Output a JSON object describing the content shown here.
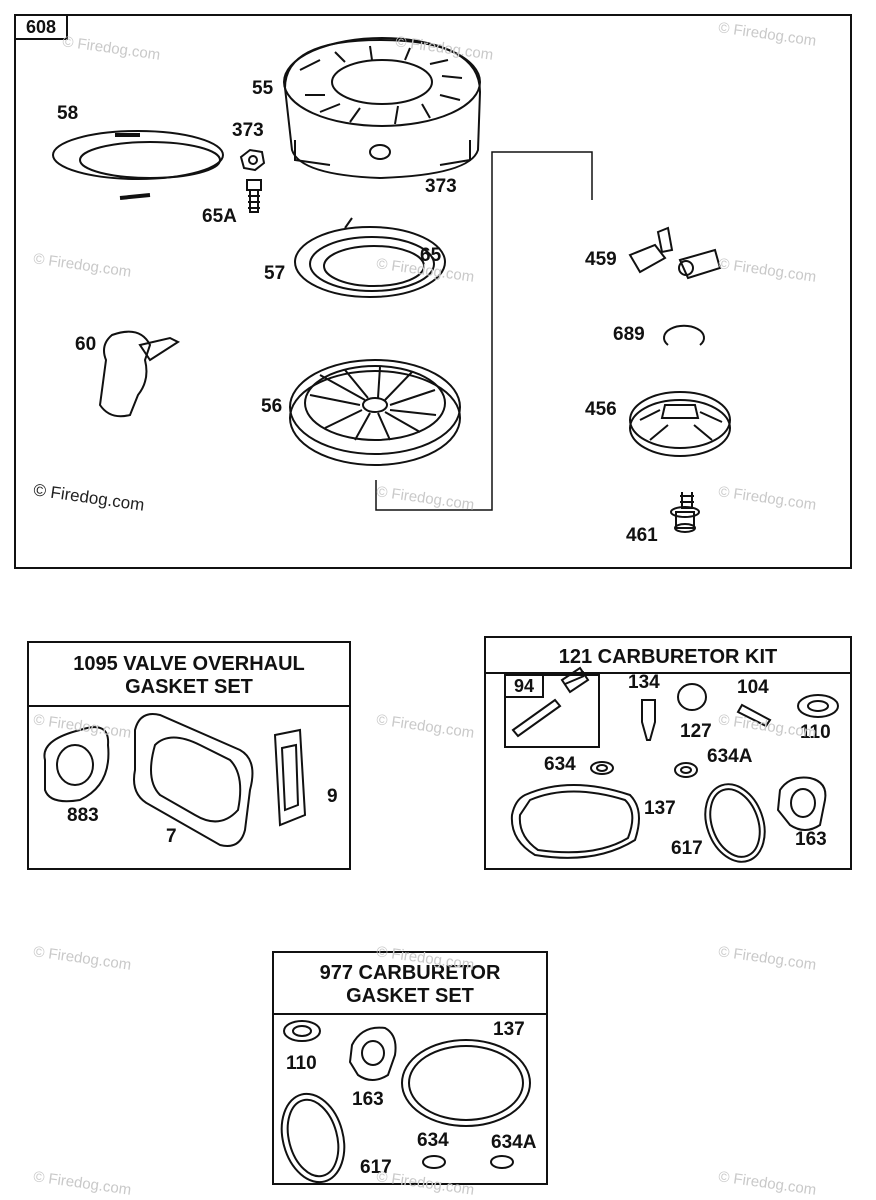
{
  "main_diagram": {
    "id": "608",
    "labels": {
      "p55": "55",
      "p58": "58",
      "p373a": "373",
      "p373b": "373",
      "p65a": "65A",
      "p57": "57",
      "p65": "65",
      "p60": "60",
      "p56": "56",
      "p459": "459",
      "p689": "689",
      "p456": "456",
      "p461": "461"
    },
    "copyright": "© Firedog.com"
  },
  "valve_kit": {
    "title_line1": "1095 VALVE OVERHAUL",
    "title_line2": "GASKET SET",
    "labels": {
      "p883": "883",
      "p7": "7",
      "p9": "9"
    }
  },
  "carb_kit": {
    "title": "121 CARBURETOR KIT",
    "inner_id": "94",
    "labels": {
      "p134": "134",
      "p104": "104",
      "p127": "127",
      "p110": "110",
      "p634": "634",
      "p634a": "634A",
      "p137": "137",
      "p617": "617",
      "p163": "163"
    }
  },
  "carb_gasket": {
    "title_line1": "977 CARBURETOR",
    "title_line2": "GASKET SET",
    "labels": {
      "p110": "110",
      "p137": "137",
      "p163": "163",
      "p634": "634",
      "p634a": "634A",
      "p617": "617"
    }
  },
  "watermark": "© Firedog.com"
}
